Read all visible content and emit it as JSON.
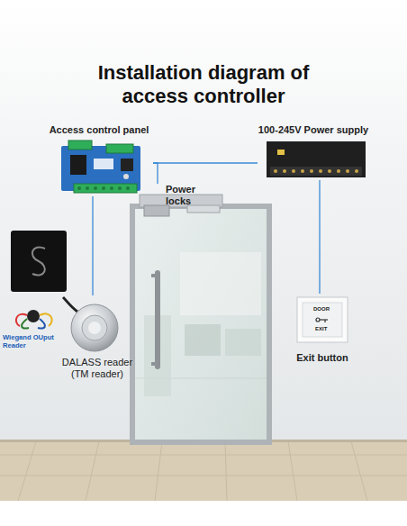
{
  "diagram": {
    "title": "Installation diagram of access controller",
    "nodes": [
      {
        "text": [
          "Access control panel"
        ]
      },
      {
        "text": [
          "100-245V Power supply"
        ]
      },
      {
        "text": [
          "Power locks"
        ]
      },
      {
        "text": [
          "Wiegand OUput Reader"
        ]
      },
      {
        "text": [
          "DALASS reader (TM reader)"
        ]
      },
      {
        "text": [
          "Exit button"
        ]
      }
    ],
    "edges": [
      {
        "from": 0,
        "to": 1,
        "arrow": "none"
      },
      {
        "from": 0,
        "to": 2,
        "arrow": "none"
      },
      {
        "from": 1,
        "to": 5,
        "arrow": "none"
      },
      {
        "from": 0,
        "to": 4,
        "arrow": "none"
      }
    ],
    "labels": [
      "DOOR",
      "EXIT"
    ]
  }
}
